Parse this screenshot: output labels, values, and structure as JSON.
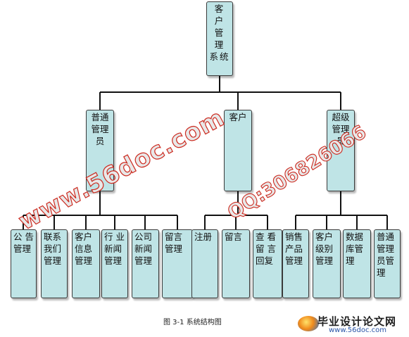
{
  "diagram": {
    "root": "客 户 管 理 系统",
    "roles": [
      "普通管理员",
      "客户",
      "超级管理员"
    ],
    "groups": [
      [
        "公 告 管理",
        "联系我们管理",
        "客户信息管理",
        "行 业 新闻管理",
        "公司新闻管理",
        "留言管理"
      ],
      [
        "注册",
        "留言",
        "查 看 留 言 回复"
      ],
      [
        "销售产品管理",
        "客户级别管理",
        "数据库管理",
        "普通管理员管理"
      ]
    ],
    "caption": "图 3-1 系统结构图"
  },
  "colors": {
    "box_fill": "#bfe4e6",
    "line": "#111111",
    "watermark": "#cc2a1f"
  },
  "watermark": {
    "site": "www.56doc.com",
    "qq": "QQ:306826066"
  },
  "logo": {
    "text": "毕业设计论文网",
    "url": "www.56doc.com"
  }
}
